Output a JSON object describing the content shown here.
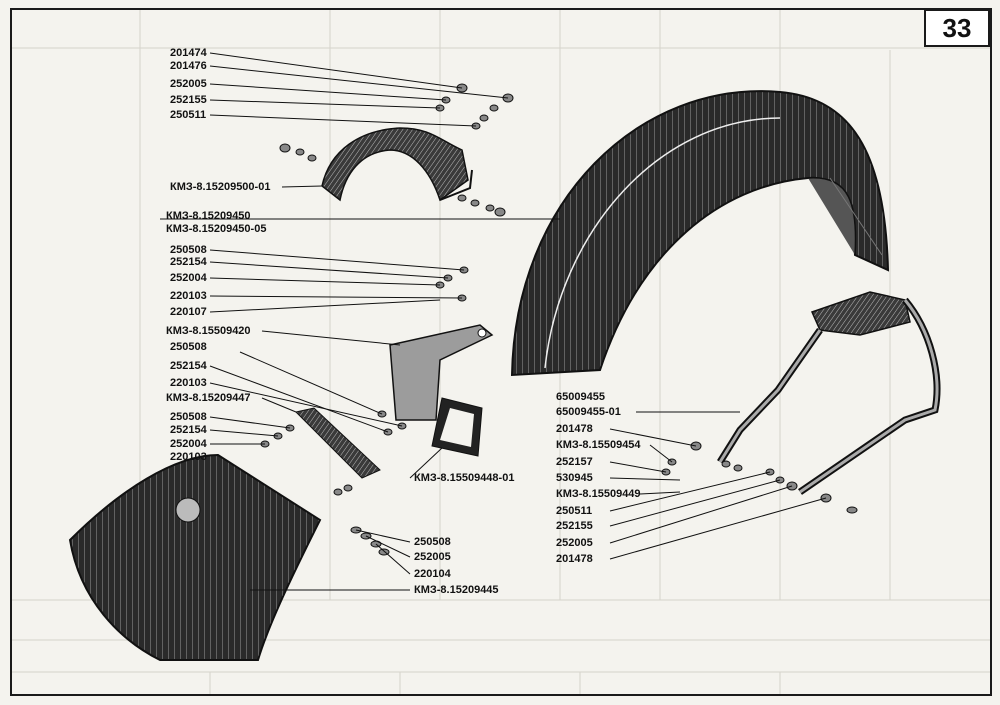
{
  "page_number": "33",
  "labels_left": [
    "201474",
    "201476",
    "252005",
    "252155",
    "250511"
  ],
  "label_bracket_top": "КМЗ-8.15209500-01",
  "label_fender": "КМЗ-8.15209450",
  "label_fender_alt": "КМЗ-8.15209450-05",
  "labels_mid": [
    "250508",
    "252154",
    "252004",
    "220103",
    "220107"
  ],
  "label_lamp_bracket": "КМЗ-8.15509420",
  "labels_lower": [
    "250508",
    "252154",
    "220103",
    "КМЗ-8.15209447",
    "250508",
    "252154",
    "252004",
    "220103"
  ],
  "label_lamp_gasket": "КМЗ-8.15509448-01",
  "labels_mudflap_hw": [
    "250508",
    "252005",
    "220104",
    "КМЗ-8.15209445"
  ],
  "labels_right": [
    "65009455",
    "65009455-01",
    "201478",
    "КМЗ-8.15509454",
    "252157",
    "530945",
    "КМЗ-8.15509449",
    "250511",
    "252155",
    "252005",
    "201478"
  ]
}
